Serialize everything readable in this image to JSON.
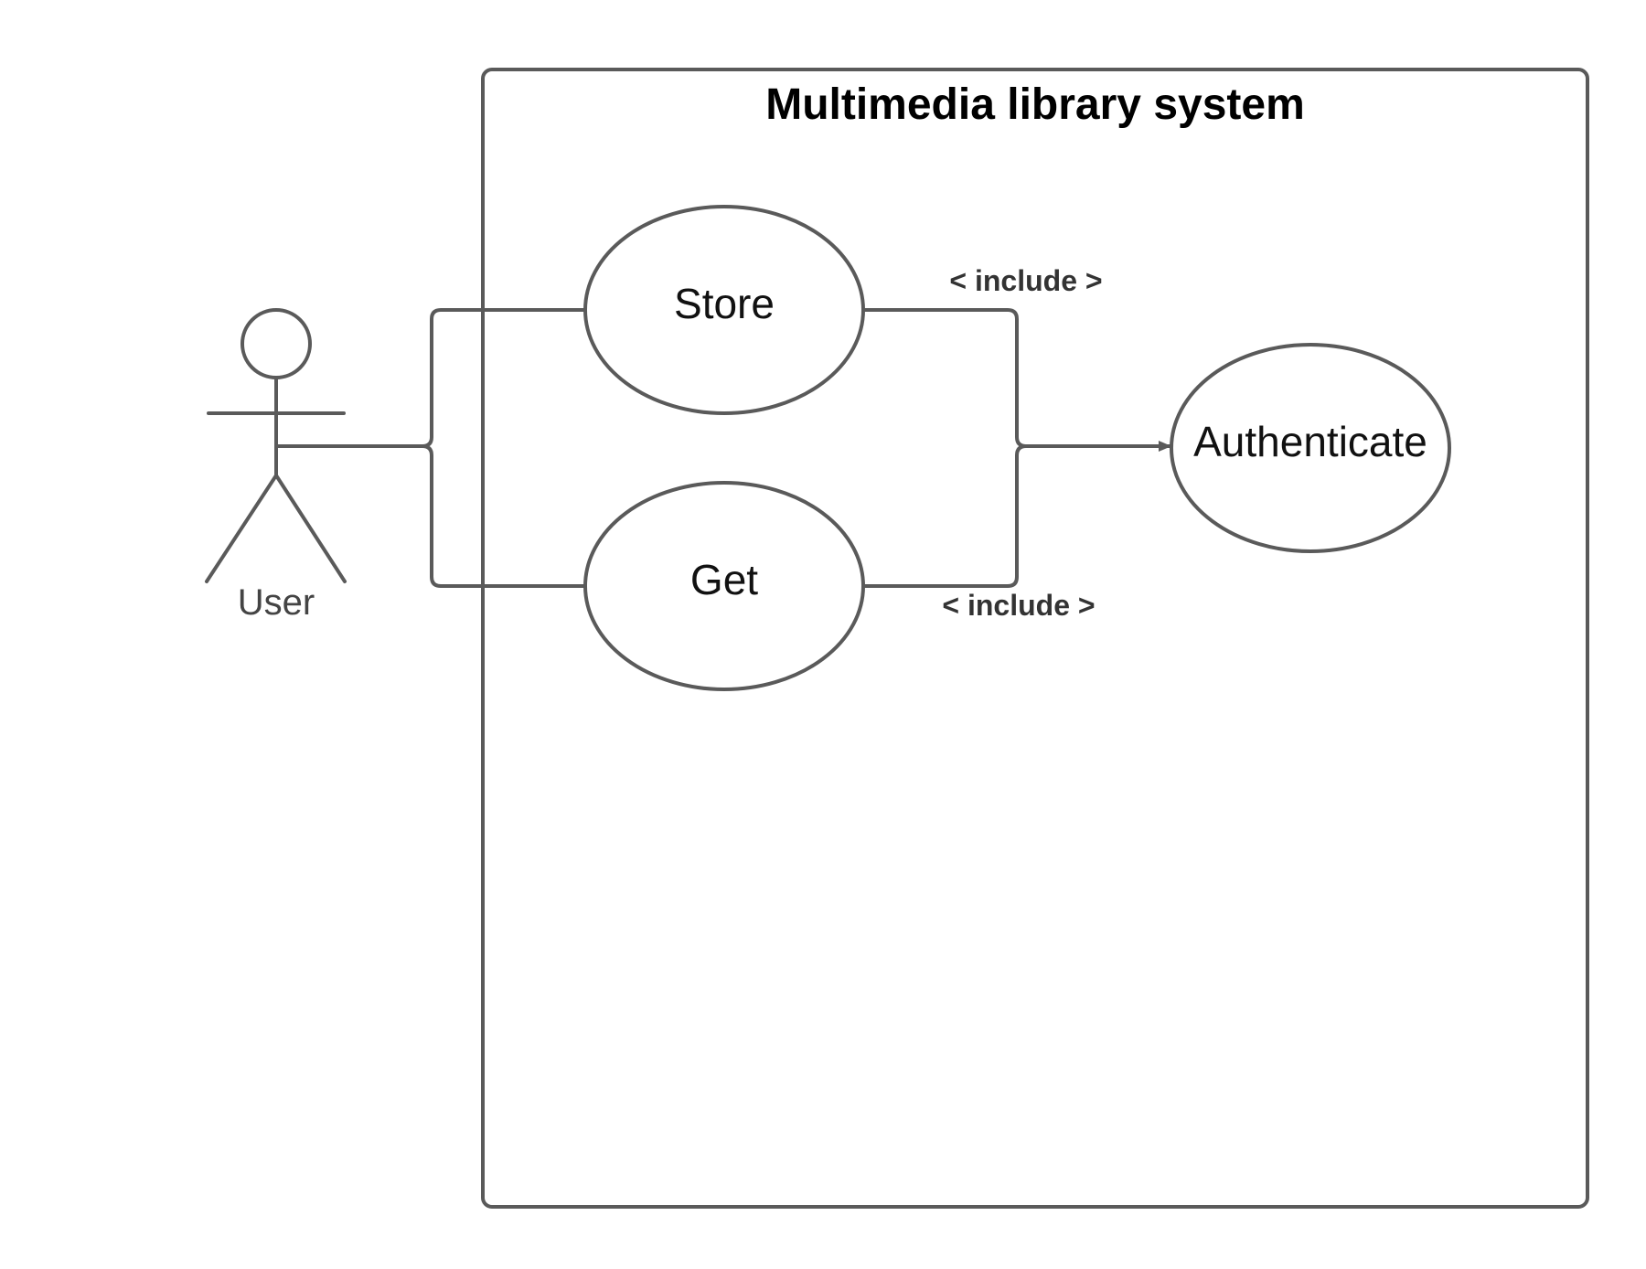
{
  "system": {
    "title": "Multimedia library system"
  },
  "actor": {
    "label": "User"
  },
  "use_cases": {
    "store": "Store",
    "get": "Get",
    "authenticate": "Authenticate"
  },
  "relationships": {
    "store_include": "< include >",
    "get_include": "< include >"
  },
  "colors": {
    "line": "#5a5a5a",
    "text": "#111111"
  }
}
